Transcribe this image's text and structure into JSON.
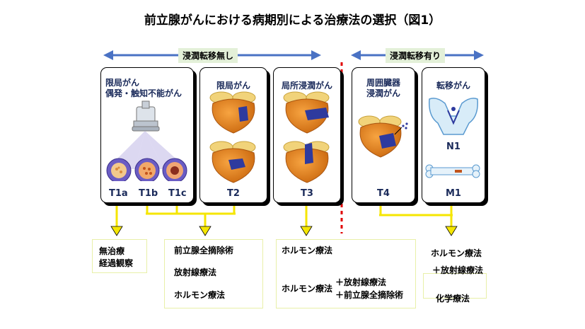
{
  "title": "前立腺がんにおける病期別による治療法の選択（図1）",
  "bands": {
    "no_invasion": "浸潤転移無し",
    "invasion": "浸潤転移有り"
  },
  "panels": {
    "p1": {
      "label_line1": "限局がん",
      "label_line2": "偶発・触知不能がん"
    },
    "p2": {
      "label": "限局がん"
    },
    "p3": {
      "label": "局所浸潤がん"
    },
    "p4": {
      "label_line1": "周囲臓器",
      "label_line2": "浸潤がん"
    },
    "p5": {
      "label": "転移がん"
    }
  },
  "stages": {
    "t1a": "T1a",
    "t1b": "T1b",
    "t1c": "T1c",
    "t2": "T2",
    "t3": "T3",
    "t4": "T4",
    "m1": "M1",
    "n1": "N1"
  },
  "treatments": {
    "observation_line1": "無治療",
    "observation_line2": "経過観察",
    "local": [
      "前立腺全摘除術",
      "放射線療法",
      "ホルモン療法"
    ],
    "t3_hormone": "ホルモン療法",
    "t3_combo_lead": "ホルモン療法",
    "t3_combo_1": "＋放射線療法",
    "t3_combo_2": "＋前立腺全摘除術",
    "adv_hormone": "ホルモン療法",
    "adv_radiation": "＋放射線療法",
    "adv_chemo": "化学療法"
  },
  "colors": {
    "arrow_blue": "#4a72c4",
    "connector_yellow": "#f5e600",
    "divider_red": "#e00000",
    "prostate": "#e8861e",
    "tumor": "#2e3a9e"
  }
}
